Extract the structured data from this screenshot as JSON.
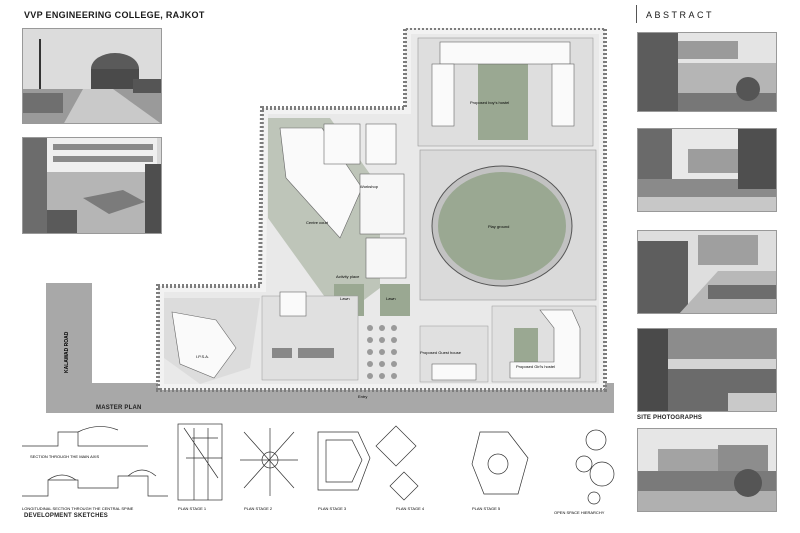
{
  "header": {
    "title": "VVP ENGINEERING COLLEGE, RAJKOT",
    "abstract_title": "ABSTRACT"
  },
  "plan": {
    "road_label": "KALAWAD ROAD",
    "master_plan_label": "MASTER PLAN",
    "labels": {
      "boys_hostel": "Proposed boy's hostel",
      "play_ground": "Play ground",
      "centre_court": "Centre court",
      "ipsa": "I.P.S.A.",
      "guest_house": "Proposed Guest house",
      "girls_hostel": "Proposed Girl's hostel",
      "lawn": "Lawn",
      "lawn2": "Lawn",
      "entry": "Entry",
      "activity_place": "Activity place",
      "workshop": "Workshop"
    }
  },
  "sketches": {
    "label": "DEVELOPMENT SKETCHES",
    "notes": [
      "SECTION THROUGH THE MAIN AXIS",
      "LONGITUDINAL SECTION THROUGH THE CENTRAL SPINE",
      "PLAN STAGE 1",
      "PLAN STAGE 2",
      "PLAN STAGE 3",
      "PLAN STAGE 4",
      "PLAN STAGE 5",
      "OPEN SPACE HIERARCHY"
    ]
  },
  "site_photos": {
    "label": "SITE PHOTOGRAPHS"
  },
  "colors": {
    "plan_green": "#9aa892",
    "plan_light": "#e6e6e6",
    "tree_border": "#7d7d7d"
  }
}
